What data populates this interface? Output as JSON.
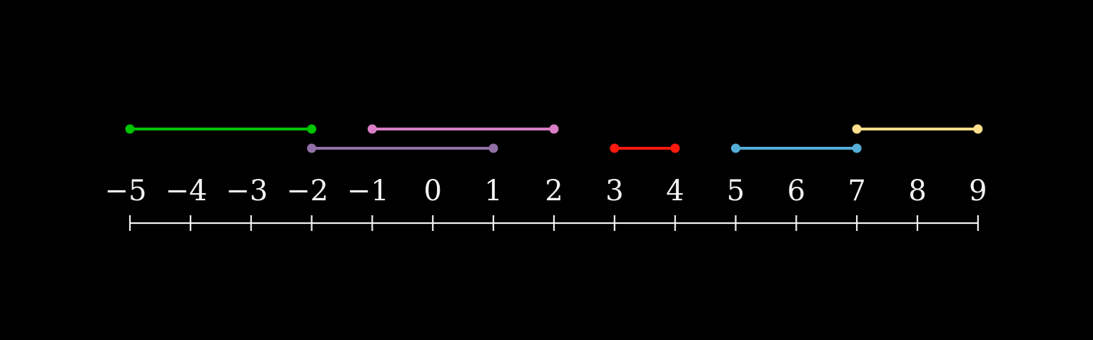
{
  "number_line": {
    "min": -5,
    "max": 9,
    "tick_labels": [
      "−5",
      "−4",
      "−3",
      "−2",
      "−1",
      "0",
      "1",
      "2",
      "3",
      "4",
      "5",
      "6",
      "7",
      "8",
      "9"
    ],
    "axis_color": "#f2f2f2"
  },
  "intervals": [
    {
      "id": "green",
      "start": -5,
      "end": -2,
      "row": 1,
      "color": "#00c400"
    },
    {
      "id": "pink",
      "start": -1,
      "end": 2,
      "row": 1,
      "color": "#d97ec6"
    },
    {
      "id": "yellow",
      "start": 7,
      "end": 9,
      "row": 1,
      "color": "#ffdf8c"
    },
    {
      "id": "purple",
      "start": -2,
      "end": 1,
      "row": 0,
      "color": "#9270a6"
    },
    {
      "id": "red",
      "start": 3,
      "end": 4,
      "row": 0,
      "color": "#ff1a0f"
    },
    {
      "id": "blue",
      "start": 5,
      "end": 7,
      "row": 0,
      "color": "#55aed6"
    }
  ]
}
